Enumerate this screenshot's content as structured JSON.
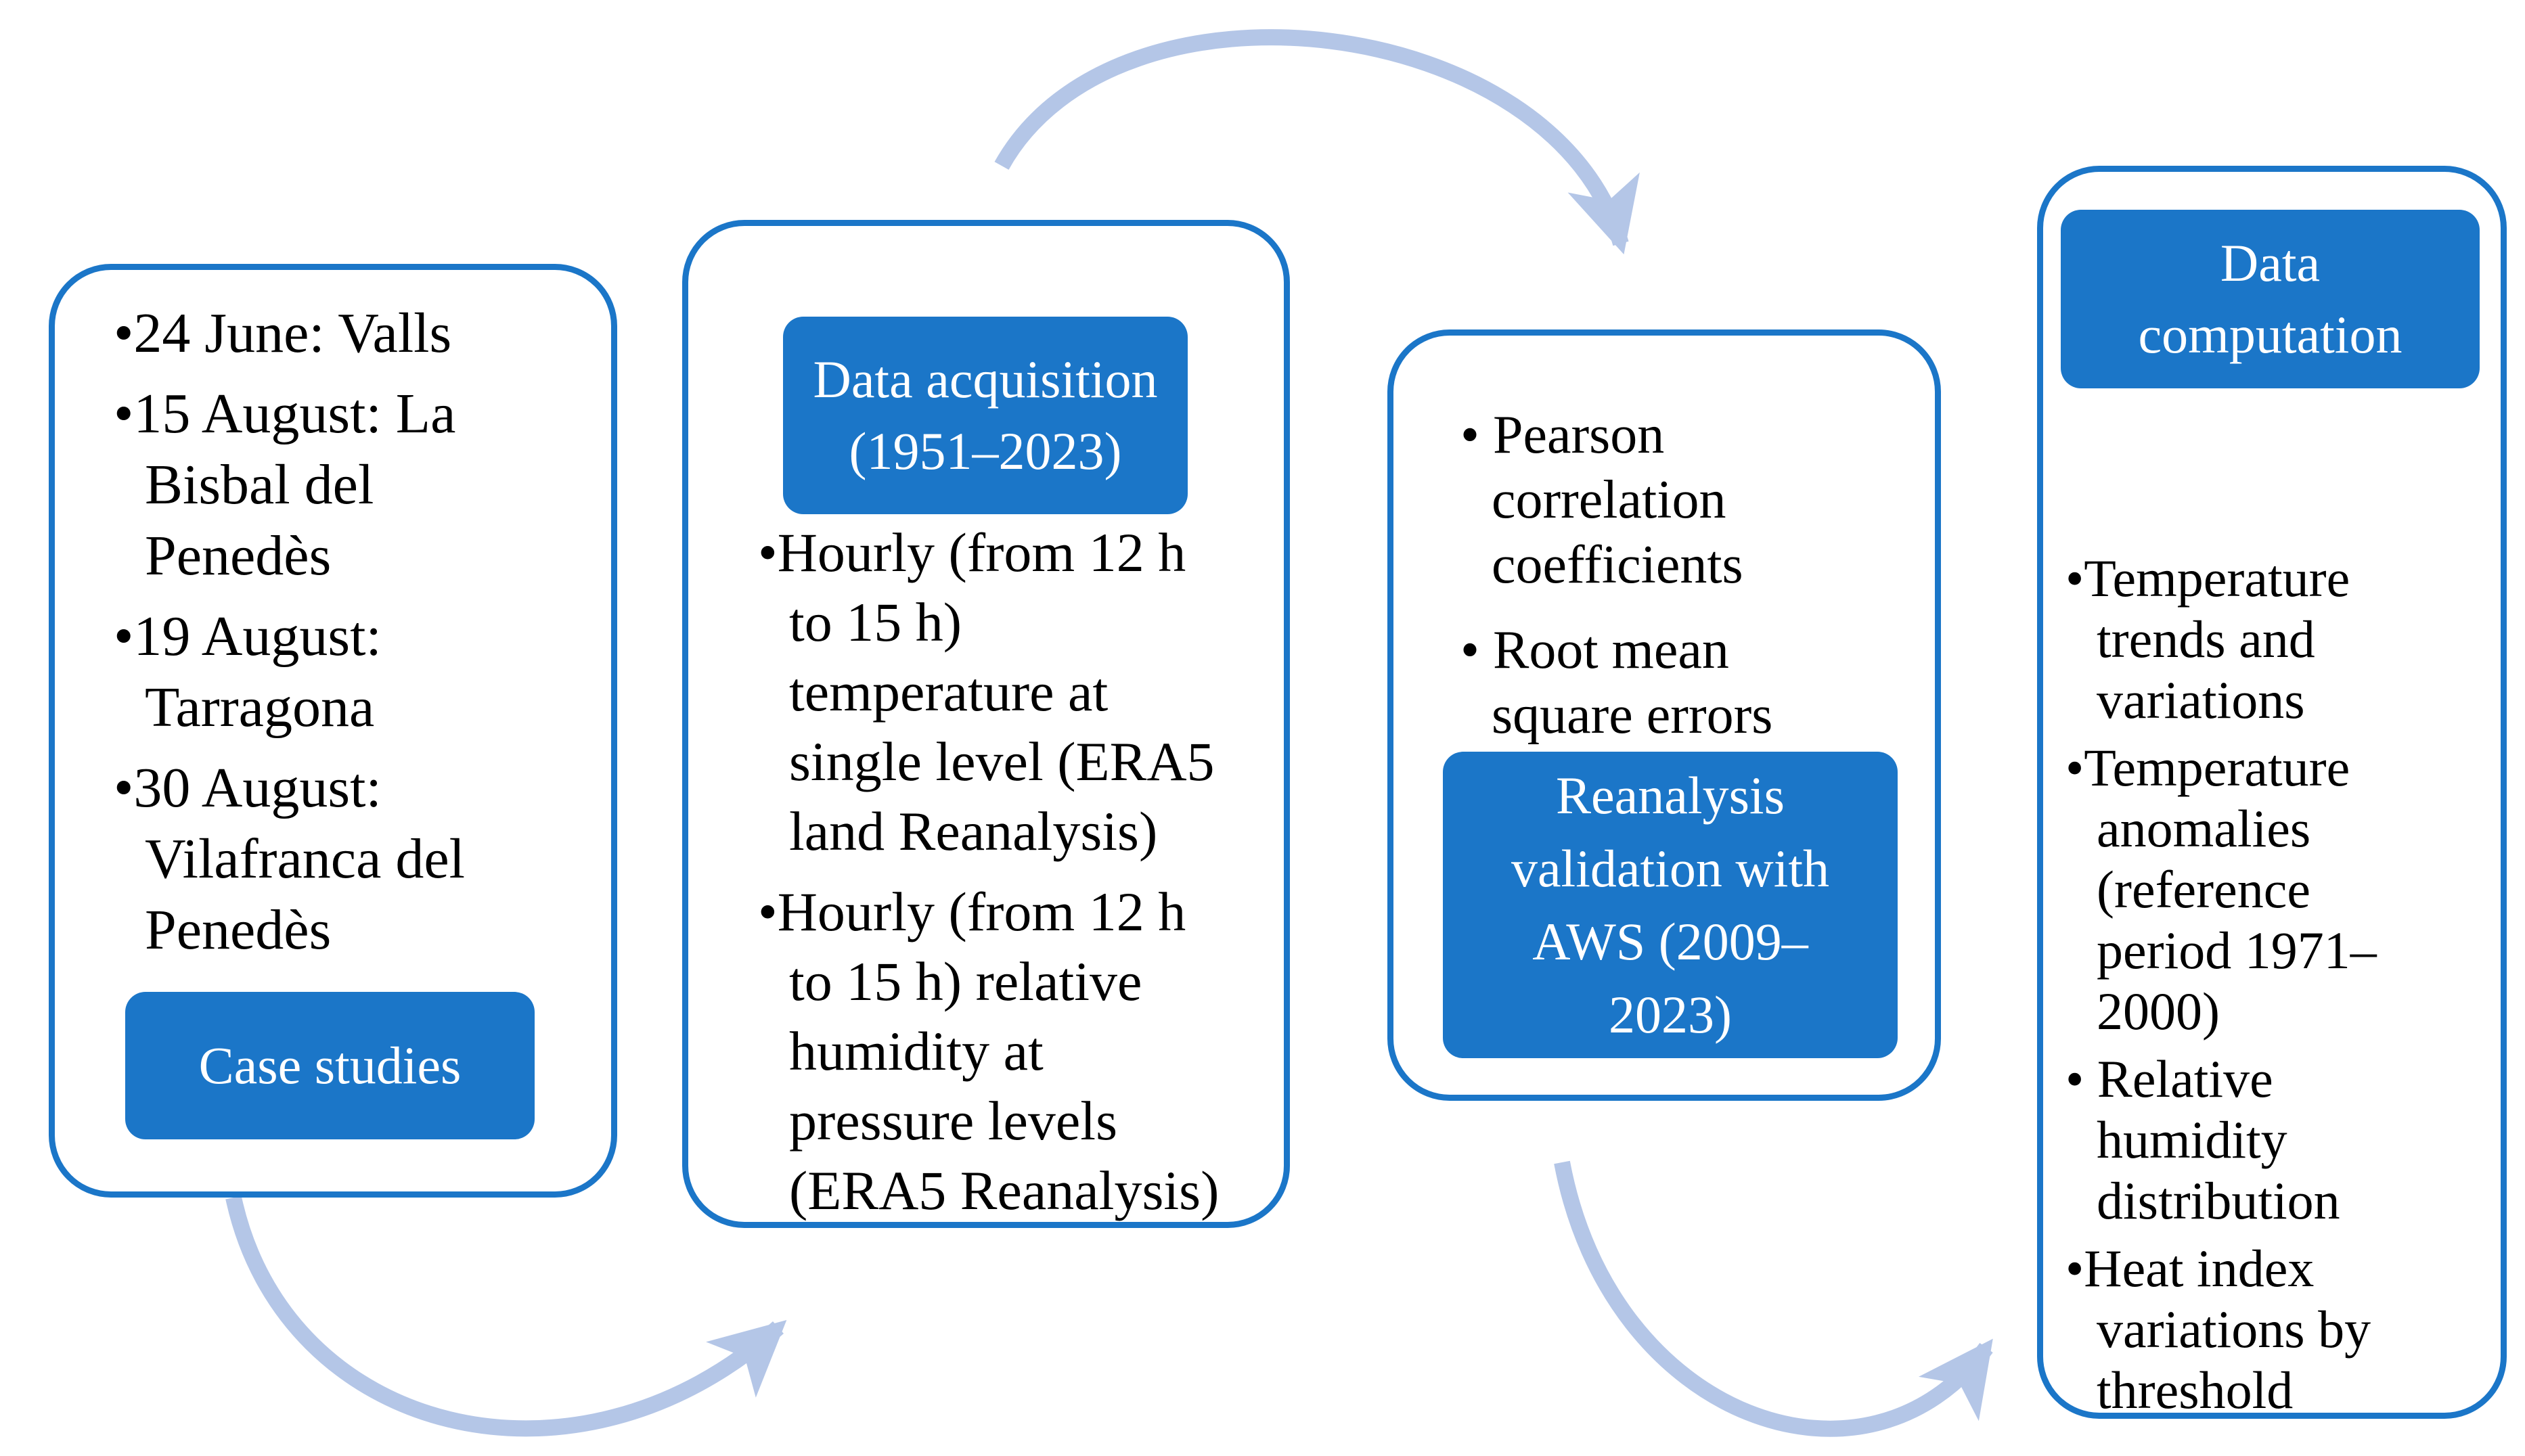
{
  "figure": {
    "type": "flowchart",
    "description_colors": {
      "accent_blue": "#1b76c8",
      "arrow_light_blue": "#b4c6e7",
      "panel_background": "#ffffff",
      "body_text": "#000000",
      "label_text": "#ffffff"
    }
  },
  "box1": {
    "label": "Case studies",
    "items": [
      "•24 June: Valls",
      "•15 August: La\nBisbal del\nPenedès",
      "•19 August:\nTarragona",
      "•30 August:\nVilafranca del\nPenedès"
    ]
  },
  "box2": {
    "label": "Data acquisition\n(1951–2023)",
    "items": [
      "•Hourly (from 12 h\nto 15 h)\ntemperature at\nsingle level (ERA5\nland Reanalysis)",
      "•Hourly (from 12 h\nto 15 h) relative\nhumidity at\npressure levels\n(ERA5 Reanalysis)"
    ]
  },
  "box3": {
    "label": "Reanalysis\nvalidation with\nAWS (2009–\n2023)",
    "items": [
      "• Pearson\ncorrelation\ncoefficients",
      "• Root mean\nsquare errors"
    ]
  },
  "box4": {
    "label": "Data\ncomputation",
    "items": [
      "•Temperature\ntrends and\nvariations",
      "•Temperature\nanomalies\n(reference\nperiod 1971–\n2000)",
      "• Relative\nhumidity\ndistribution",
      "•Heat index\nvariations by\nthreshold"
    ]
  }
}
